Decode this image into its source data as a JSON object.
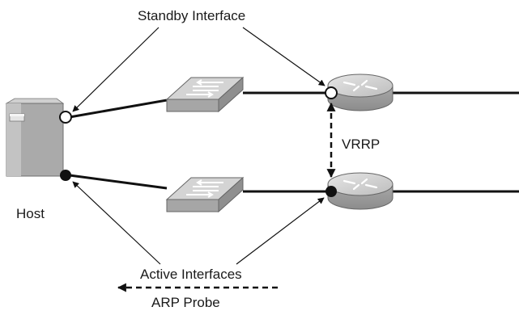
{
  "diagram": {
    "labels": {
      "standby": "Standby Interface",
      "vrrp": "VRRP",
      "host": "Host",
      "active": "Active Interfaces",
      "arp_probe": "ARP Probe"
    },
    "colors": {
      "line": "#111111",
      "device_gray": "#b8b8b8",
      "device_dark": "#8a8a8a",
      "device_light": "#d8d8d8"
    }
  }
}
